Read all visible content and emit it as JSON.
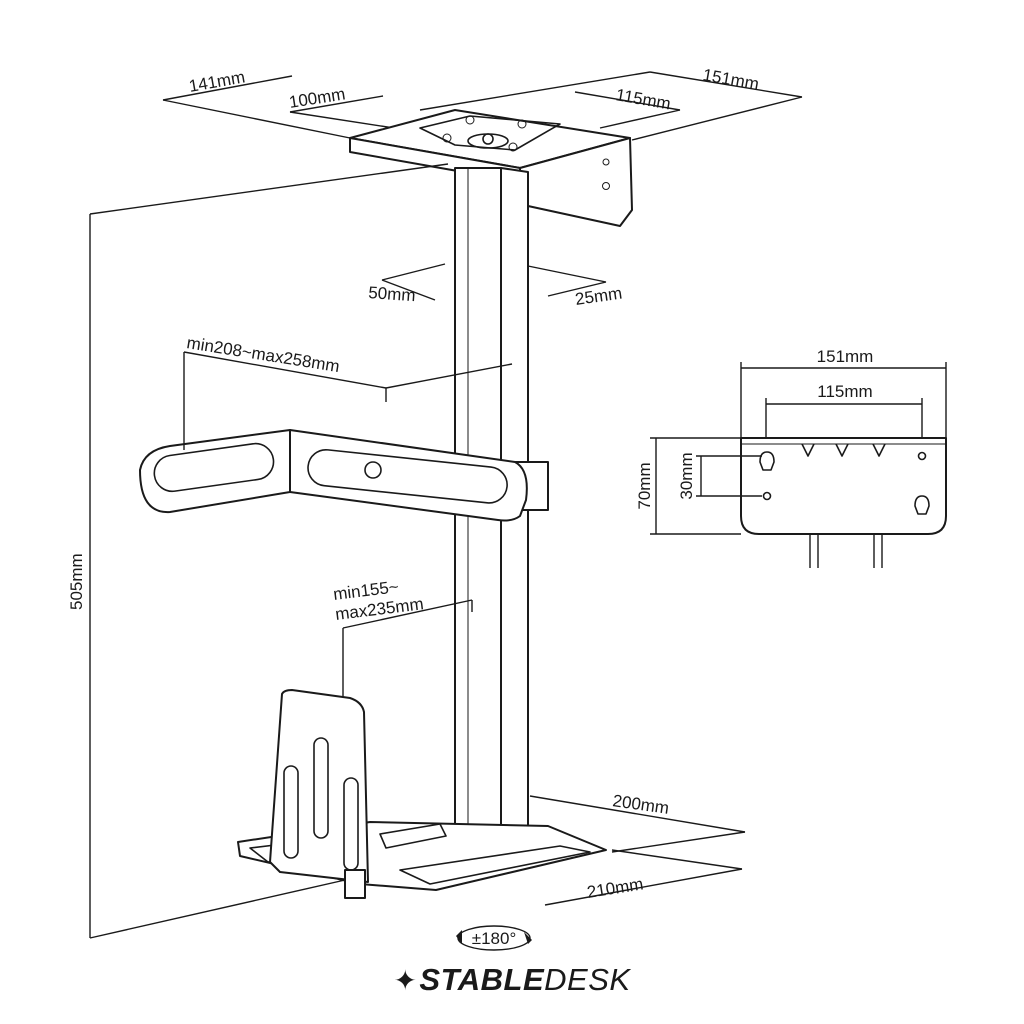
{
  "dimensions": {
    "top_width_left": "141mm",
    "top_hole_left": "100mm",
    "top_width_right": "151mm",
    "top_hole_right": "115mm",
    "column_width": "50mm",
    "column_depth": "25mm",
    "clamp_width": "min208~max258mm",
    "height_range_line1": "min155~",
    "height_range_line2": "max235mm",
    "total_height": "505mm",
    "base_depth": "200mm",
    "base_width": "210mm",
    "rotation": "±180°"
  },
  "detail_view": {
    "plate_width": "151mm",
    "hole_spacing": "115mm",
    "plate_height": "70mm",
    "hole_vertical": "30mm"
  },
  "brand": {
    "bold_part": "STABLE",
    "light_part": "DESK",
    "star_glyph": "✦"
  }
}
